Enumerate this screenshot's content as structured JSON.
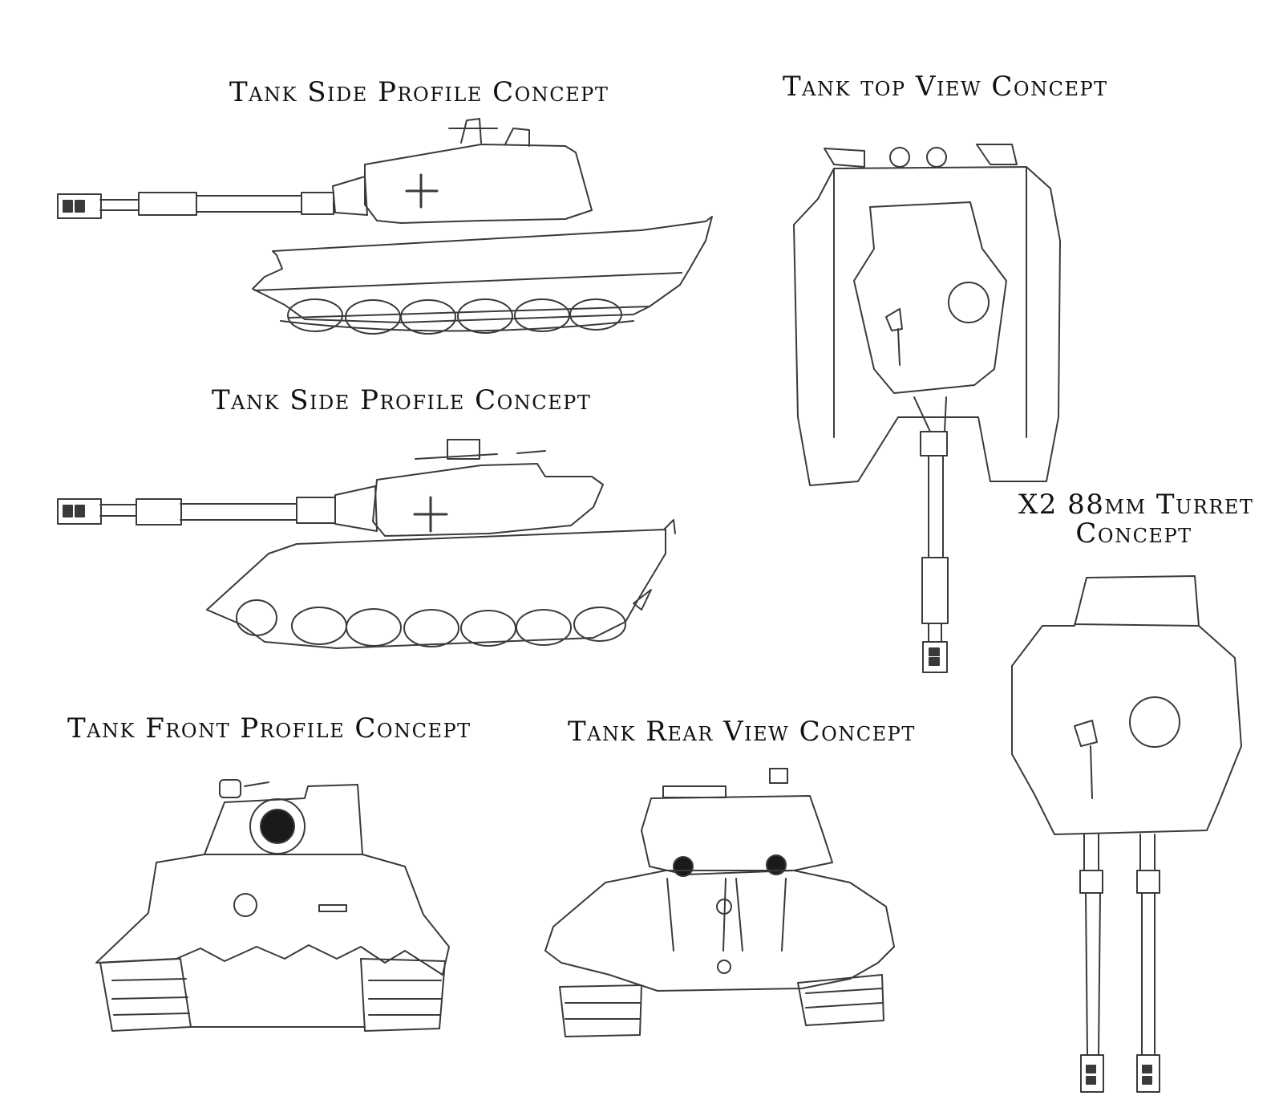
{
  "captions": {
    "side_profile_1": "Tank Side Profile Concept",
    "top_view": "Tank top View Concept",
    "side_profile_2": "Tank Side Profile Concept",
    "turret_line1": "X2 88mm Turret",
    "turret_line2": "Concept",
    "front_profile": "Tank Front Profile Concept",
    "rear_view": "Tank Rear View Concept"
  },
  "colors": {
    "paper": "#ffffff",
    "pencil": "#3a3a3a",
    "ink": "#111111"
  }
}
